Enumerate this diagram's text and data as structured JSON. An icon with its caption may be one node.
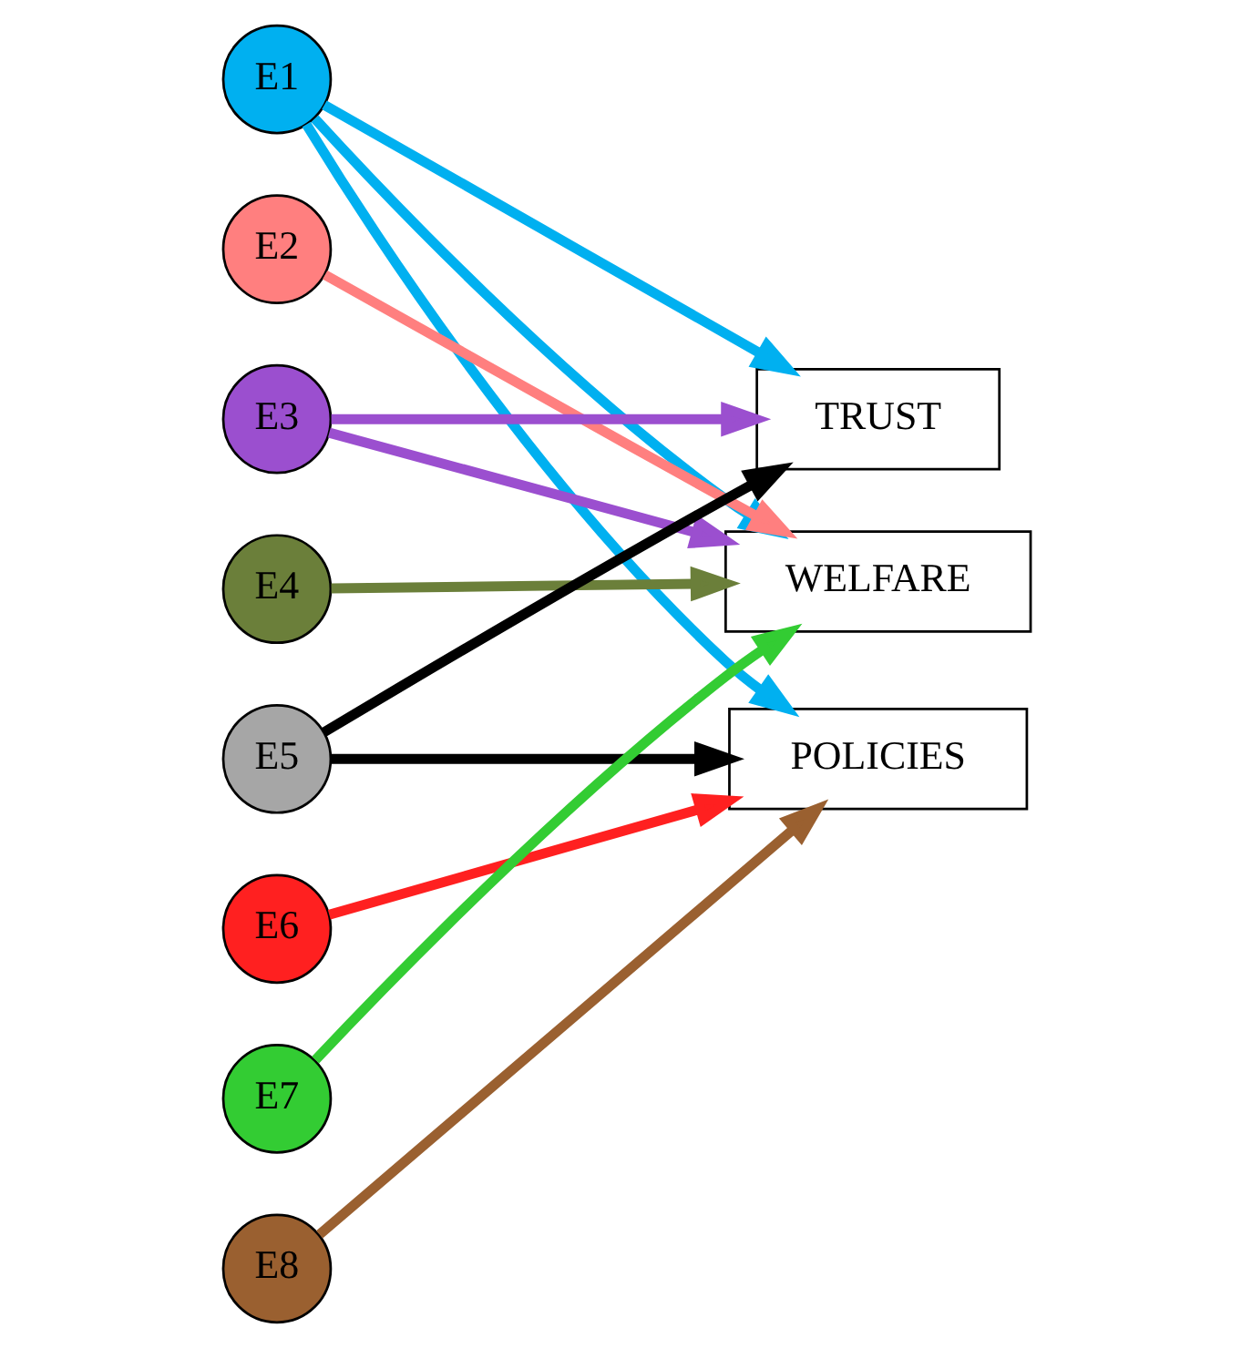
{
  "diagram": {
    "nodes": [
      {
        "text": [
          "E1"
        ]
      },
      {
        "text": [
          "E2"
        ]
      },
      {
        "text": [
          "E3"
        ]
      },
      {
        "text": [
          "E4"
        ]
      },
      {
        "text": [
          "E5"
        ]
      },
      {
        "text": [
          "E6"
        ]
      },
      {
        "text": [
          "E7"
        ]
      },
      {
        "text": [
          "E8"
        ]
      },
      {
        "text": [
          "TRUST"
        ]
      },
      {
        "text": [
          "WELFARE"
        ]
      },
      {
        "text": [
          "POLICIES"
        ]
      }
    ],
    "edges": [
      {
        "from": 0,
        "to": 8,
        "arrow": "to",
        "color": "#00b0f0"
      },
      {
        "from": 0,
        "to": 9,
        "arrow": "to",
        "color": "#00b0f0"
      },
      {
        "from": 0,
        "to": 10,
        "arrow": "to",
        "color": "#00b0f0"
      },
      {
        "from": 1,
        "to": 9,
        "arrow": "to",
        "color": "#ff7f7f"
      },
      {
        "from": 2,
        "to": 8,
        "arrow": "to",
        "color": "#9b4fcf"
      },
      {
        "from": 2,
        "to": 9,
        "arrow": "to",
        "color": "#9b4fcf"
      },
      {
        "from": 3,
        "to": 9,
        "arrow": "to",
        "color": "#6b7f3a"
      },
      {
        "from": 4,
        "to": 8,
        "arrow": "to",
        "color": "#000000"
      },
      {
        "from": 4,
        "to": 10,
        "arrow": "to",
        "color": "#000000"
      },
      {
        "from": 5,
        "to": 10,
        "arrow": "to",
        "color": "#ff2020"
      },
      {
        "from": 6,
        "to": 9,
        "arrow": "to",
        "color": "#33cc33"
      },
      {
        "from": 7,
        "to": 10,
        "arrow": "to",
        "color": "#9a6030"
      }
    ]
  }
}
